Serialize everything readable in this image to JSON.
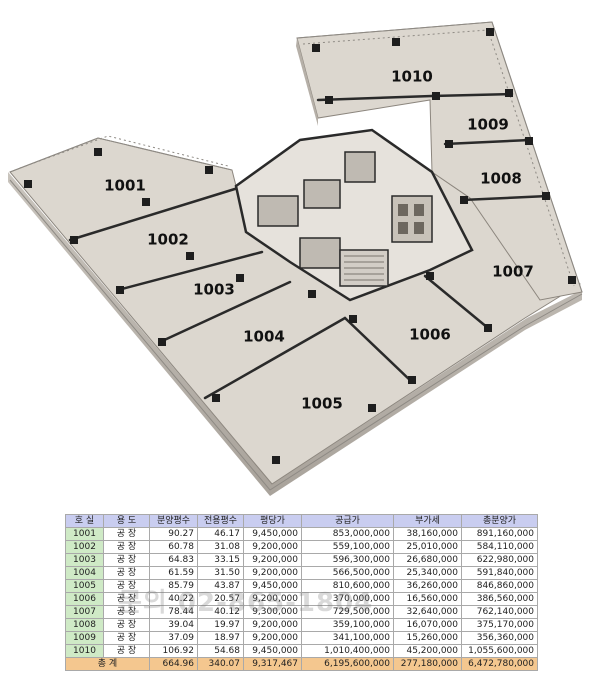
{
  "plan": {
    "units": [
      "1001",
      "1002",
      "1003",
      "1004",
      "1005",
      "1006",
      "1007",
      "1008",
      "1009",
      "1010"
    ]
  },
  "table": {
    "headers": [
      "호 실",
      "용 도",
      "분양평수",
      "전용평수",
      "평당가",
      "공급가",
      "부가세",
      "총분양가"
    ],
    "rows": [
      [
        "1001",
        "공 장",
        "90.27",
        "46.17",
        "9,450,000",
        "853,000,000",
        "38,160,000",
        "891,160,000"
      ],
      [
        "1002",
        "공 장",
        "60.78",
        "31.08",
        "9,200,000",
        "559,100,000",
        "25,010,000",
        "584,110,000"
      ],
      [
        "1003",
        "공 장",
        "64.83",
        "33.15",
        "9,200,000",
        "596,300,000",
        "26,680,000",
        "622,980,000"
      ],
      [
        "1004",
        "공 장",
        "61.59",
        "31.50",
        "9,200,000",
        "566,500,000",
        "25,340,000",
        "591,840,000"
      ],
      [
        "1005",
        "공 장",
        "85.79",
        "43.87",
        "9,450,000",
        "810,600,000",
        "36,260,000",
        "846,860,000"
      ],
      [
        "1006",
        "공 장",
        "40.22",
        "20.57",
        "9,200,000",
        "370,000,000",
        "16,560,000",
        "386,560,000"
      ],
      [
        "1007",
        "공 장",
        "78.44",
        "40.12",
        "9,300,000",
        "729,500,000",
        "32,640,000",
        "762,140,000"
      ],
      [
        "1008",
        "공 장",
        "39.04",
        "19.97",
        "9,200,000",
        "359,100,000",
        "16,070,000",
        "375,170,000"
      ],
      [
        "1009",
        "공 장",
        "37.09",
        "18.97",
        "9,200,000",
        "341,100,000",
        "15,260,000",
        "356,360,000"
      ],
      [
        "1010",
        "공 장",
        "106.92",
        "54.68",
        "9,450,000",
        "1,010,400,000",
        "45,200,000",
        "1,055,600,000"
      ]
    ],
    "total": [
      "총 계",
      "664.96",
      "340.07",
      "9,317,467",
      "6,195,600,000",
      "277,180,000",
      "6,472,780,000"
    ]
  },
  "watermark": "문의 02-865-1804",
  "colors": {
    "header_bg": "#c9cdf0",
    "unit_cell_bg": "#cfeac6",
    "total_row_bg": "#f4c78f",
    "floor": "#d9d4cd",
    "wall": "#2a2a2a"
  }
}
